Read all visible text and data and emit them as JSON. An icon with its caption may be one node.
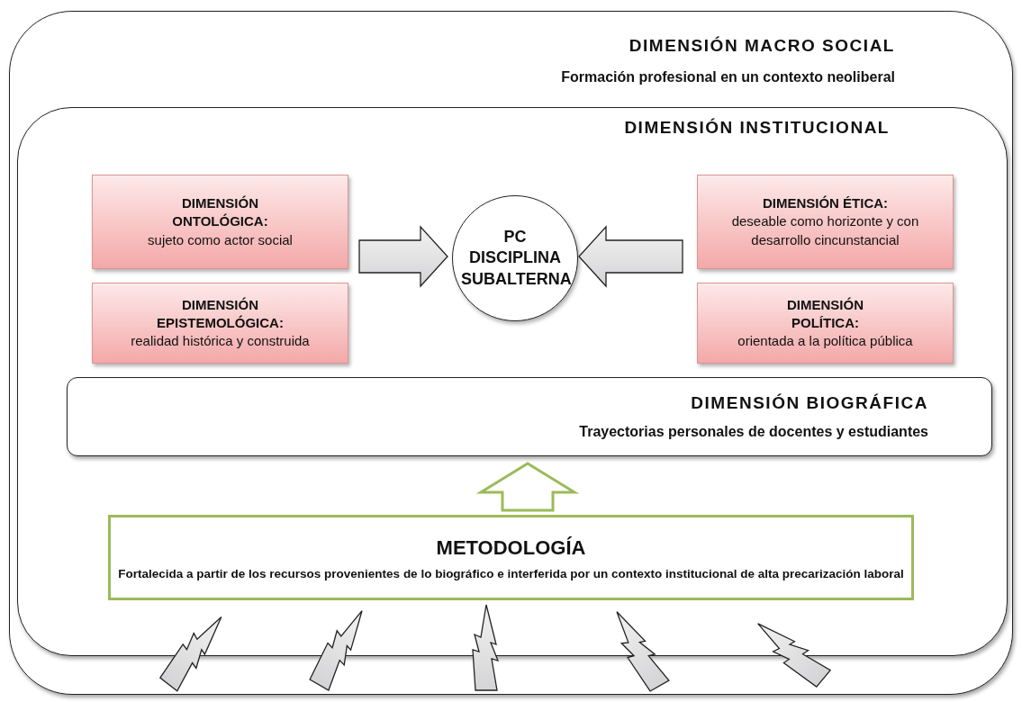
{
  "diagram": {
    "nodes": [
      {
        "text": [
          "DIMENSIÓN MACRO SOCIAL",
          "Formación profesional en un contexto neoliberal"
        ]
      },
      {
        "text": [
          "DIMENSIÓN INSTITUCIONAL"
        ],
        "in": 0
      },
      {
        "text": [
          "DIMENSIÓN ONTOLÓGICA:",
          "sujeto como actor social"
        ],
        "in": 1
      },
      {
        "text": [
          "DIMENSIÓN EPISTEMOLÓGICA:",
          "realidad histórica y construida"
        ],
        "in": 1
      },
      {
        "text": [
          "PC DISCIPLINA SUBALTERNA"
        ],
        "in": 1
      },
      {
        "text": [
          "DIMENSIÓN ÉTICA:",
          "deseable como horizonte y con desarrollo cincunstancial"
        ],
        "in": 1
      },
      {
        "text": [
          "DIMENSIÓN POLÍTICA:",
          "orientada a la política pública"
        ],
        "in": 1
      },
      {
        "text": [
          "DIMENSIÓN BIOGRÁFICA",
          "Trayectorias personales de docentes y estudiantes"
        ],
        "in": 1
      },
      {
        "text": [
          "METODOLOGÍA",
          "Fortalecida a partir de los recursos provenientes de lo biográfico e interferida por un contexto institucional de alta precarización laboral"
        ],
        "in": 1
      }
    ],
    "edges": [
      {
        "from": 2,
        "to": 4,
        "arrow": "to"
      },
      {
        "from": 3,
        "to": 4,
        "arrow": "to"
      },
      {
        "from": 5,
        "to": 4,
        "arrow": "to"
      },
      {
        "from": 6,
        "to": 4,
        "arrow": "to"
      },
      {
        "from": 8,
        "to": 7,
        "arrow": "to",
        "color": "#9bbb59"
      }
    ]
  }
}
